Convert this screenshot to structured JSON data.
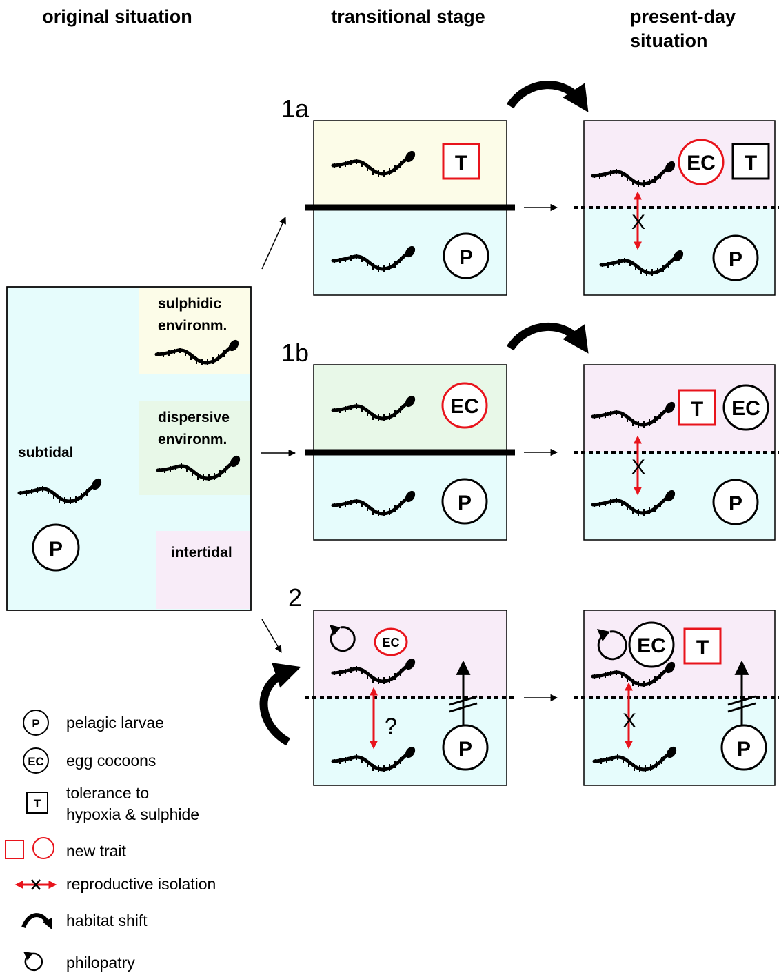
{
  "headers": {
    "original": "original situation",
    "transitional": "transitional stage",
    "present_line1": "present-day",
    "present_line2": "situation"
  },
  "original_panel": {
    "sulphidic_line1": "sulphidic",
    "sulphidic_line2": "environm.",
    "dispersive_line1": "dispersive",
    "dispersive_line2": "environm.",
    "subtidal": "subtidal",
    "intertidal": "intertidal"
  },
  "scenarios": {
    "s1a": "1a",
    "s1b": "1b",
    "s2": "2"
  },
  "symbols": {
    "P": "P",
    "EC": "EC",
    "T": "T",
    "X": "X",
    "question": "?"
  },
  "legend": {
    "pelagic": "pelagic larvae",
    "cocoons": "egg cocoons",
    "tolerance_line1": "tolerance to",
    "tolerance_line2": "hypoxia & sulphide",
    "new_trait": "new trait",
    "isolation": "reproductive isolation",
    "habitat_shift": "habitat shift",
    "philopatry": "philopatry"
  },
  "colors": {
    "subtidal_bg": "#e6fcfc",
    "sulphidic_bg": "#fcfce8",
    "dispersive_bg": "#e8f8e8",
    "intertidal_bg": "#f8ecf8",
    "new_trait": "#e8141c",
    "ink": "#000000"
  }
}
